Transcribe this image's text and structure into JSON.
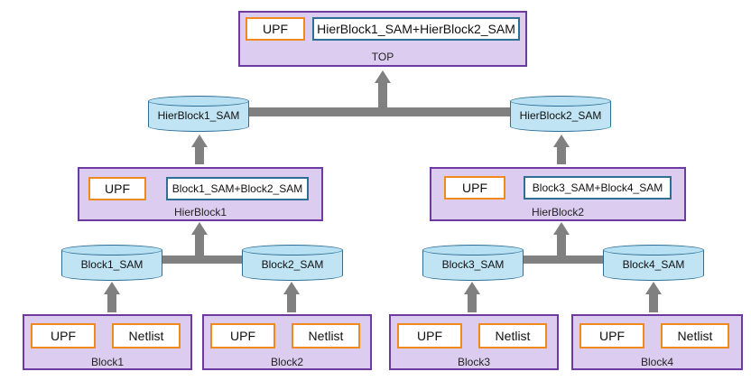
{
  "top": {
    "upf": "UPF",
    "sam": "HierBlock1_SAM+HierBlock2_SAM",
    "label": "TOP"
  },
  "hier1": {
    "upf": "UPF",
    "sam": "Block1_SAM+Block2_SAM",
    "label": "HierBlock1"
  },
  "hier2": {
    "upf": "UPF",
    "sam": "Block3_SAM+Block4_SAM",
    "label": "HierBlock2"
  },
  "dbs": {
    "hierblock1_sam": "HierBlock1_SAM",
    "hierblock2_sam": "HierBlock2_SAM",
    "block1_sam": "Block1_SAM",
    "block2_sam": "Block2_SAM",
    "block3_sam": "Block3_SAM",
    "block4_sam": "Block4_SAM"
  },
  "blocks": [
    {
      "upf": "UPF",
      "netlist": "Netlist",
      "label": "Block1"
    },
    {
      "upf": "UPF",
      "netlist": "Netlist",
      "label": "Block2"
    },
    {
      "upf": "UPF",
      "netlist": "Netlist",
      "label": "Block3"
    },
    {
      "upf": "UPF",
      "netlist": "Netlist",
      "label": "Block4"
    }
  ],
  "colors": {
    "block_fill": "#dccdf0",
    "block_border": "#6c3aa0",
    "upf_border": "#f08a1c",
    "sam_border": "#2e6f96",
    "db_fill": "#c0e4f4",
    "connector": "#808080"
  }
}
